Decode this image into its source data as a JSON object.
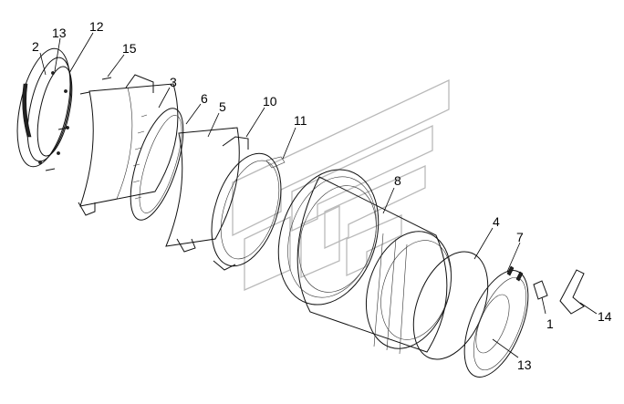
{
  "callouts": [
    {
      "id": "c2a",
      "label": "2"
    },
    {
      "id": "c13a",
      "label": "13"
    },
    {
      "id": "c12",
      "label": "12"
    },
    {
      "id": "c15",
      "label": "15"
    },
    {
      "id": "c3",
      "label": "3"
    },
    {
      "id": "c6",
      "label": "6"
    },
    {
      "id": "c5",
      "label": "5"
    },
    {
      "id": "c10",
      "label": "10"
    },
    {
      "id": "c11",
      "label": "11"
    },
    {
      "id": "c8",
      "label": "8"
    },
    {
      "id": "c4",
      "label": "4"
    },
    {
      "id": "c7",
      "label": "7"
    },
    {
      "id": "c1",
      "label": "1"
    },
    {
      "id": "c14",
      "label": "14"
    },
    {
      "id": "c13b",
      "label": "13"
    }
  ]
}
